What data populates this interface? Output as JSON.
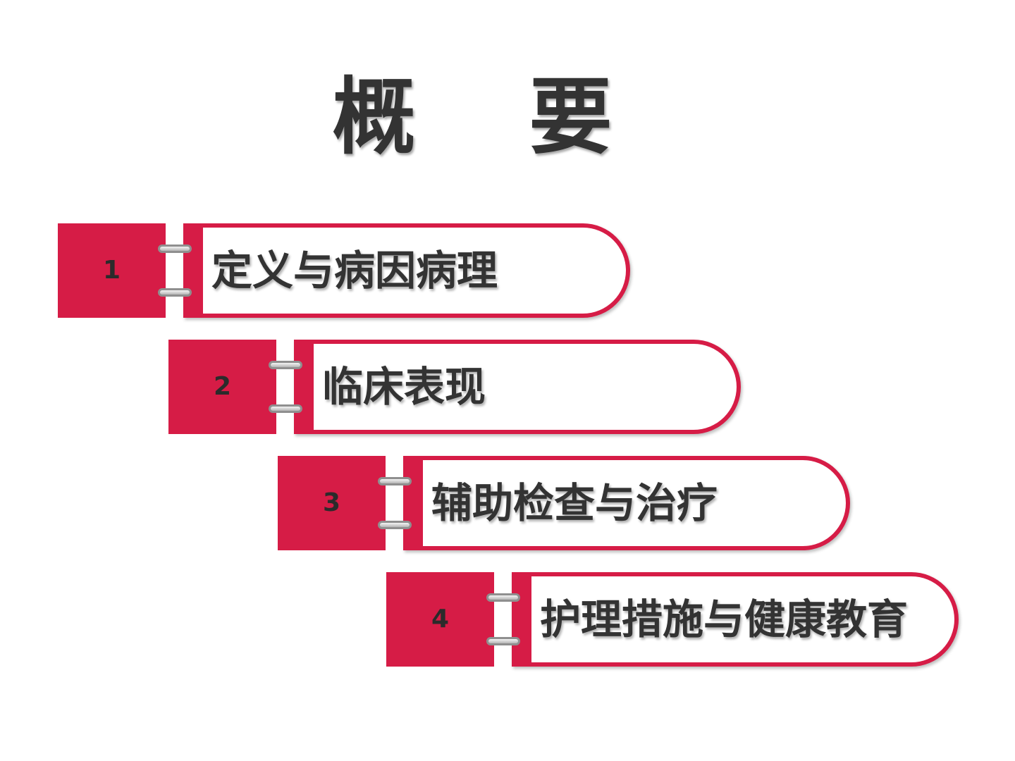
{
  "title": "概  要",
  "items": [
    {
      "number": "1",
      "label": "定义与病因病理"
    },
    {
      "number": "2",
      "label": "临床表现"
    },
    {
      "number": "3",
      "label": "辅助检查与治疗"
    },
    {
      "number": "4",
      "label": "护理措施与健康教育"
    }
  ],
  "colors": {
    "accent": "#d61c46",
    "text": "#333333",
    "background": "#ffffff"
  }
}
